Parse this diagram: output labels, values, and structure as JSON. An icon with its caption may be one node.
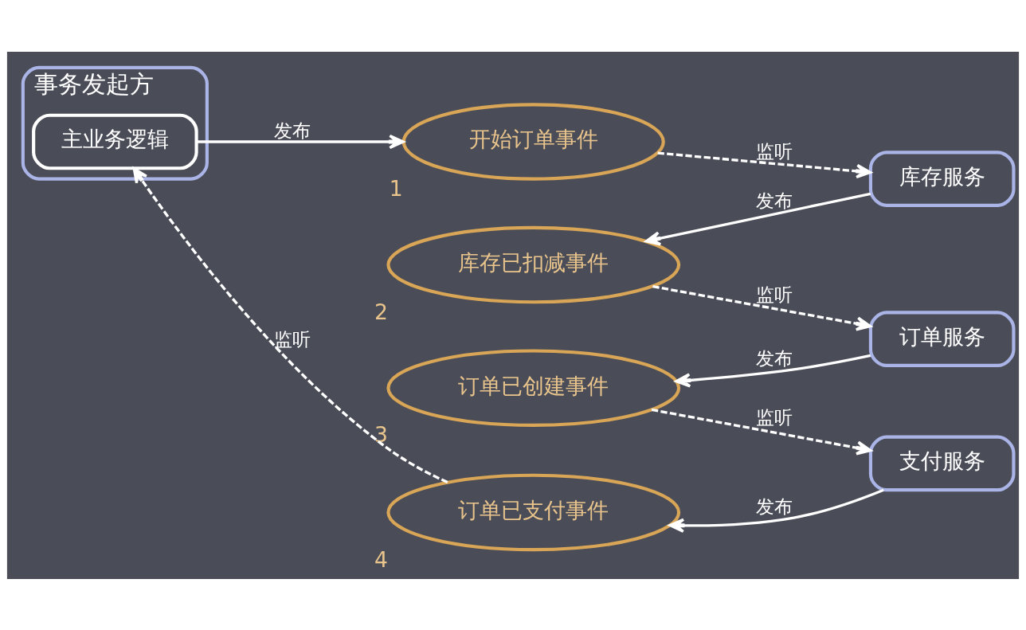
{
  "diagram": {
    "nodes": [
      {
        "text": [
          "事务发起方"
        ]
      },
      {
        "text": [
          "主业务逻辑"
        ],
        "in": 0
      },
      {
        "text": [
          "开始订单事件"
        ],
        "beside": [
          "1"
        ]
      },
      {
        "text": [
          "库存服务"
        ]
      },
      {
        "text": [
          "库存已扣减事件"
        ],
        "beside": [
          "2"
        ]
      },
      {
        "text": [
          "订单服务"
        ]
      },
      {
        "text": [
          "订单已创建事件"
        ],
        "beside": [
          "3"
        ]
      },
      {
        "text": [
          "支付服务"
        ]
      },
      {
        "text": [
          "订单已支付事件"
        ],
        "beside": [
          "4"
        ]
      }
    ],
    "edges": [
      {
        "from": 1,
        "to": 2,
        "arrow": "to",
        "label": "发布"
      },
      {
        "from": 2,
        "to": 3,
        "arrow": "to",
        "label": "监听",
        "style": "dashed"
      },
      {
        "from": 3,
        "to": 4,
        "arrow": "to",
        "label": "发布"
      },
      {
        "from": 4,
        "to": 5,
        "arrow": "to",
        "label": "监听",
        "style": "dashed"
      },
      {
        "from": 5,
        "to": 6,
        "arrow": "to",
        "label": "发布"
      },
      {
        "from": 6,
        "to": 7,
        "arrow": "to",
        "label": "监听",
        "style": "dashed"
      },
      {
        "from": 7,
        "to": 8,
        "arrow": "to",
        "label": "发布"
      },
      {
        "from": 8,
        "to": 1,
        "arrow": "to",
        "label": "监听",
        "style": "dashed"
      }
    ]
  }
}
